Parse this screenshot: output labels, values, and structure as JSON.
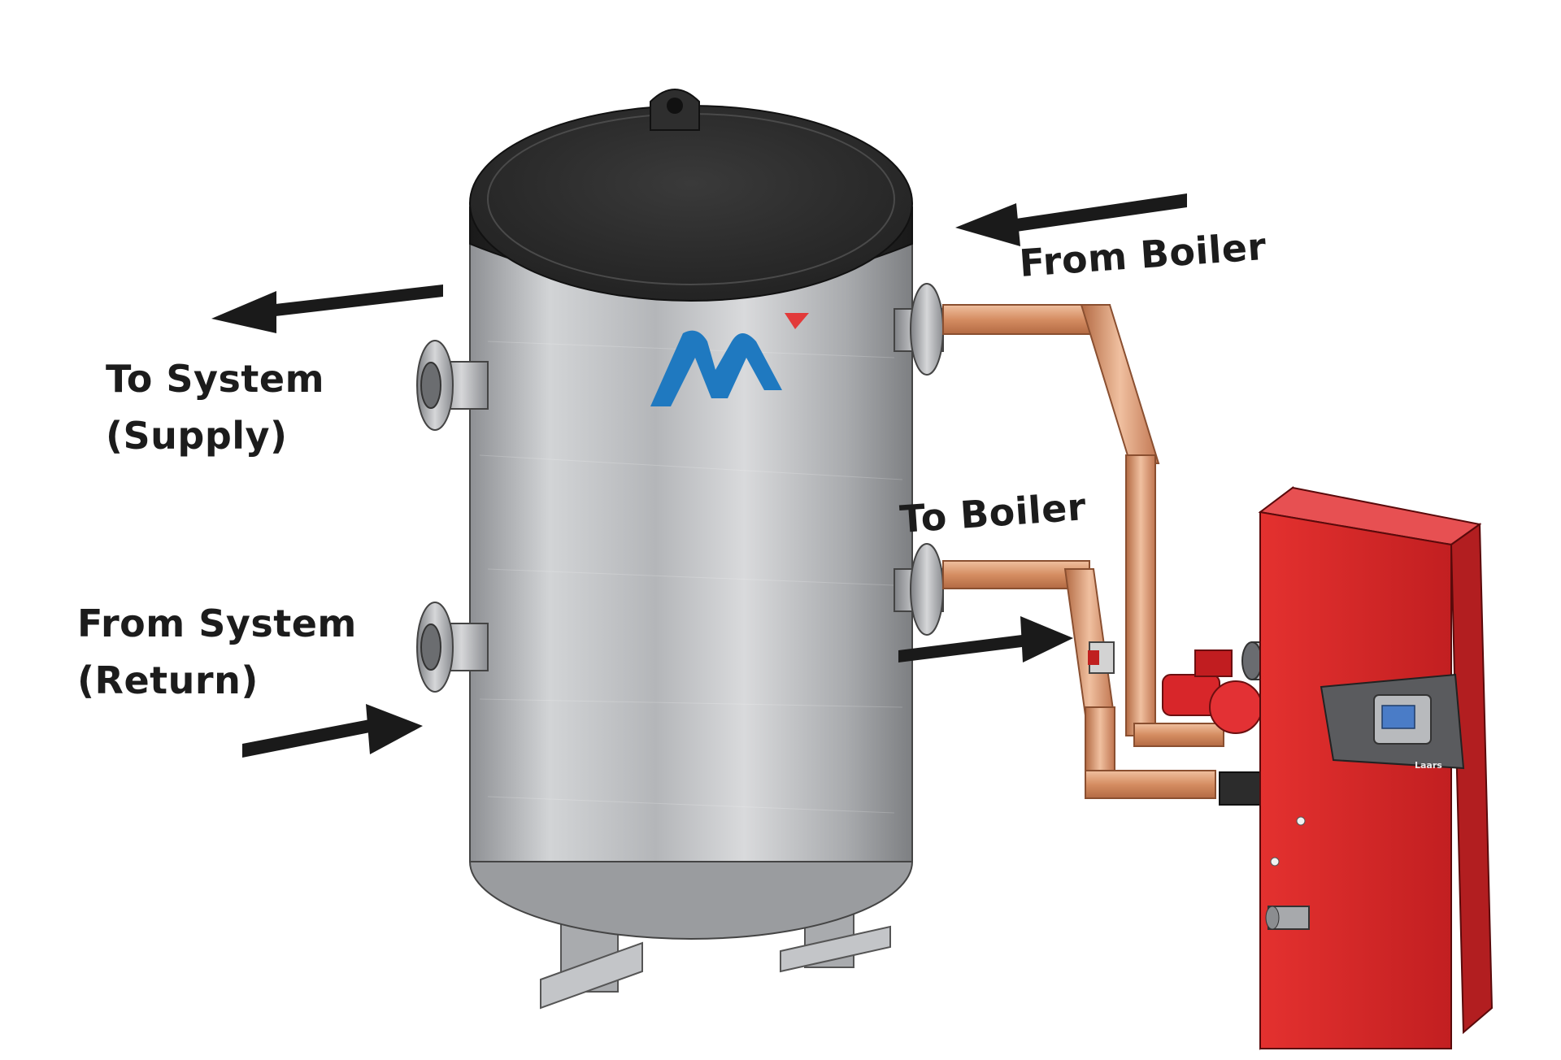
{
  "labels": {
    "from_boiler": "From Boiler",
    "to_boiler": "To Boiler",
    "to_system_line1": "To System",
    "to_system_line2": "(Supply)",
    "from_system_line1": "From System",
    "from_system_line2": "(Return)"
  },
  "tank": {
    "logo_icon": "m-logo-icon"
  },
  "boiler": {
    "brand_badge": "Laars",
    "display_icon": "control-display-icon"
  },
  "colors": {
    "tank_steel": "#b9bbbe",
    "tank_cap": "#2b2b2b",
    "copper": "#d89a72",
    "boiler_red": "#e0282a",
    "logo_blue": "#1f79c0",
    "logo_red": "#e23a3a",
    "arrow": "#1a1a1a"
  }
}
